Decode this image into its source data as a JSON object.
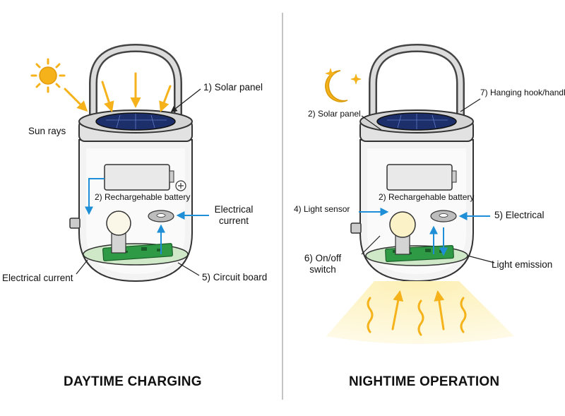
{
  "left": {
    "heading": "DAYTIME CHARGING",
    "labels": {
      "solar_panel": "1) Solar panel",
      "sun_rays": "Sun rays",
      "battery": "2) Rechargehable battery",
      "electrical_current_right_1": "Electrical",
      "electrical_current_right_2": "current",
      "electrical_current_left": "Electrical current",
      "circuit_board": "5) Circuit board"
    }
  },
  "right": {
    "heading": "NIGHTIME OPERATION",
    "labels": {
      "hook": "7) Hanging hook/handl",
      "solar_panel": "2) Solar panel",
      "battery": "2) Rechargehable battery",
      "light_sensor": "4) Light sensor",
      "electrical": "5) Electrical",
      "switch_1": "6) On/off",
      "switch_2": "switch",
      "light_emission": "Light emission"
    }
  },
  "colors": {
    "sun": "#f5b21b",
    "arrow_blue": "#1e8fd6",
    "panel": "#1c2f6b",
    "board": "#2f9a45",
    "base_dish": "#cfe9c8",
    "glow": "#fdf3c6",
    "jar_outline": "#333333"
  }
}
